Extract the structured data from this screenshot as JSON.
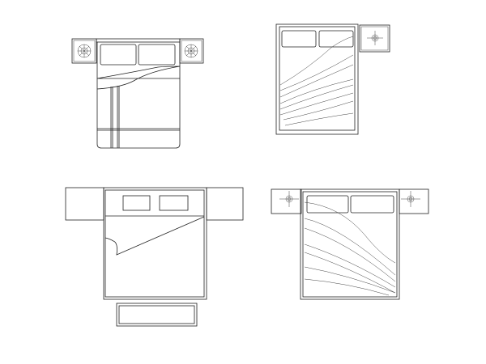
{
  "drawing": {
    "type": "CAD bed plan views",
    "line_color": "#222222",
    "background": "#ffffff",
    "beds": [
      {
        "id": "bed-1",
        "nightstands": 2,
        "nightstand_icon": "lamp-circle-icon",
        "pillows": 2
      },
      {
        "id": "bed-2",
        "nightstands": 1,
        "nightstand_icon": "lamp-crosshair-icon",
        "pillows": 2
      },
      {
        "id": "bed-3",
        "side_tables": 2,
        "pillows": 2,
        "bench": true
      },
      {
        "id": "bed-4",
        "nightstands": 2,
        "nightstand_icon": "lamp-crosshair-icon",
        "pillows": 2
      }
    ]
  }
}
